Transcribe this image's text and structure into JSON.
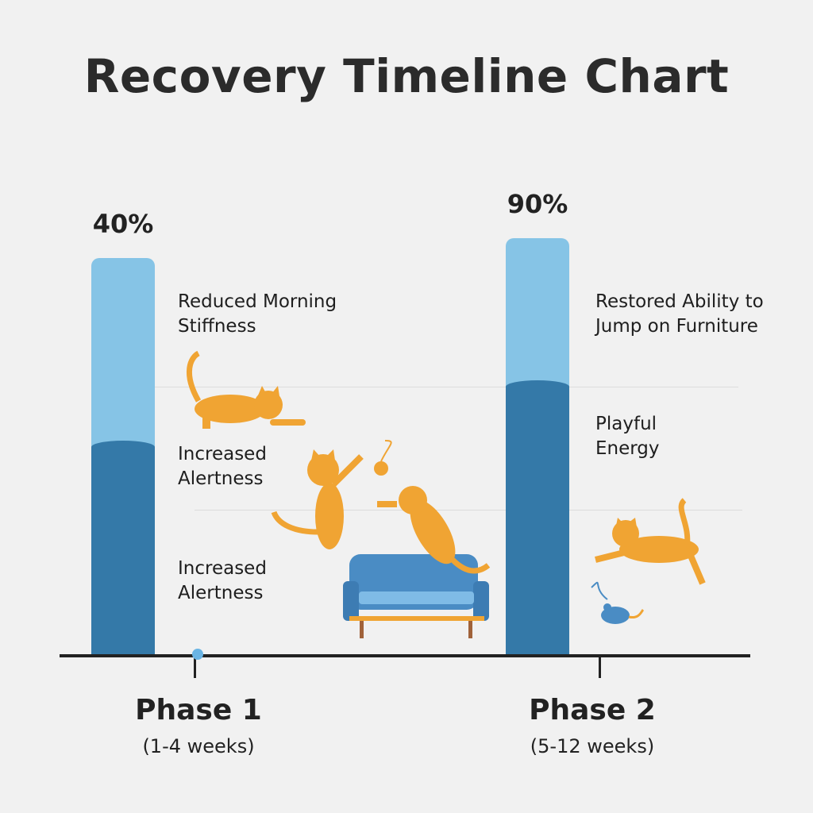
{
  "chart_data": {
    "type": "bar",
    "title": "Recovery Timeline Chart",
    "categories": [
      "Phase 1",
      "Phase 2"
    ],
    "sublabels": [
      "(1-4 weeks)",
      "(5-12 weeks)"
    ],
    "values": [
      40,
      90
    ],
    "value_labels": [
      "40%",
      "90%"
    ],
    "annotations": [
      [
        "Reduced Morning Stiffness",
        "Increased Alertness",
        "Increased Alertness"
      ],
      [
        "Restored Ability to Jump on Furniture",
        "Playful Energy"
      ]
    ],
    "xlabel": "",
    "ylabel": "",
    "grid": true,
    "colors": {
      "light": "#86c4e6",
      "dark": "#3479a8",
      "cat": "#f0a433",
      "couch": "#4a8cc4"
    }
  }
}
